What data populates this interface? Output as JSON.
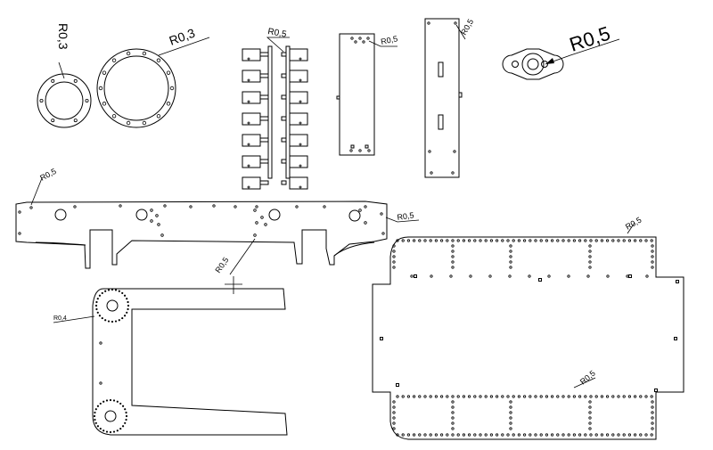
{
  "drawing": {
    "background": "#ffffff",
    "line_color": "#000000",
    "annotations": [
      {
        "id": "ring-small",
        "label": "R0,3"
      },
      {
        "id": "ring-large",
        "label": "R0,3"
      },
      {
        "id": "comb",
        "label": "R0,5"
      },
      {
        "id": "strip-1",
        "label": "R0,5"
      },
      {
        "id": "strip-2",
        "label": "R0,5"
      },
      {
        "id": "flange",
        "label": "R0,5"
      },
      {
        "id": "rail-left",
        "label": "R0,5"
      },
      {
        "id": "rail-right",
        "label": "R0,5"
      },
      {
        "id": "rail-bottom",
        "label": "R0,5"
      },
      {
        "id": "u-frame",
        "label": "R0,4"
      },
      {
        "id": "plate-top",
        "label": "R0,5"
      },
      {
        "id": "plate-bottom",
        "label": "R0,5"
      }
    ]
  }
}
